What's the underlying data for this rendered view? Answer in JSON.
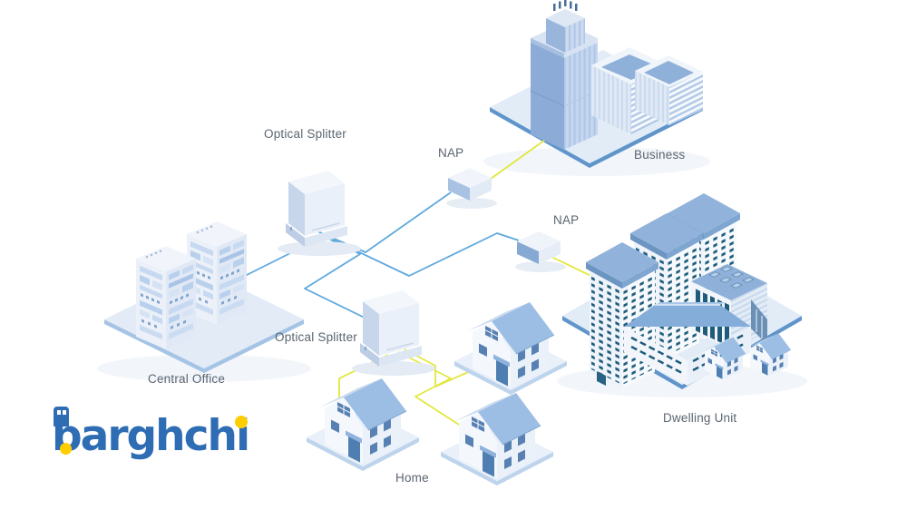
{
  "diagram": {
    "type": "FTTH fiber optic network topology illustration",
    "labels": {
      "optical_splitter_top": "Optical Splitter",
      "nap_top": "NAP",
      "business": "Business",
      "nap_right": "NAP",
      "optical_splitter_bottom": "Optical Splitter",
      "central_office": "Central Office",
      "dwelling_unit": "Dwelling Unit",
      "home": "Home"
    },
    "nodes": [
      {
        "id": "central-office",
        "label": "Central Office",
        "kind": "server racks on platform"
      },
      {
        "id": "optical-splitter-1",
        "label": "Optical Splitter",
        "kind": "street cabinet"
      },
      {
        "id": "nap-1",
        "label": "NAP",
        "kind": "network access point box"
      },
      {
        "id": "business",
        "label": "Business",
        "kind": "office towers on platform"
      },
      {
        "id": "optical-splitter-2",
        "label": "Optical Splitter",
        "kind": "street cabinet"
      },
      {
        "id": "nap-2",
        "label": "NAP",
        "kind": "network access point box"
      },
      {
        "id": "dwelling-unit",
        "label": "Dwelling Unit",
        "kind": "apartment towers and commercial buildings"
      },
      {
        "id": "home",
        "label": "Home",
        "kind": "detached houses",
        "house_count": 3
      }
    ],
    "connections": [
      {
        "from": "central-office",
        "to": "optical-splitter-1",
        "cable": "feeder fiber",
        "color": "blue"
      },
      {
        "from": "optical-splitter-1",
        "to": "nap-1",
        "cable": "distribution fiber",
        "color": "blue"
      },
      {
        "from": "optical-splitter-1",
        "to": "nap-2",
        "cable": "distribution fiber",
        "color": "blue"
      },
      {
        "from": "optical-splitter-1",
        "to": "optical-splitter-2",
        "cable": "distribution fiber",
        "color": "blue"
      },
      {
        "from": "nap-1",
        "to": "business",
        "cable": "drop",
        "color": "yellow"
      },
      {
        "from": "nap-2",
        "to": "dwelling-unit",
        "cable": "drop",
        "color": "yellow"
      },
      {
        "from": "optical-splitter-2",
        "to": "home",
        "cable": "drop",
        "color": "yellow",
        "drops": 3
      }
    ],
    "colors": {
      "fiber_blue": "#5FA9DD",
      "drop_yellow": "#E2E73C",
      "building_blue": "#8CACD7",
      "window_teal": "#1F5C7C",
      "platform_light": "#E6EEF8",
      "label_gray": "#5B6570"
    }
  },
  "logo": {
    "text": "barghchi",
    "color_primary": "#2E6DB4",
    "color_accent": "#FFCE00"
  }
}
